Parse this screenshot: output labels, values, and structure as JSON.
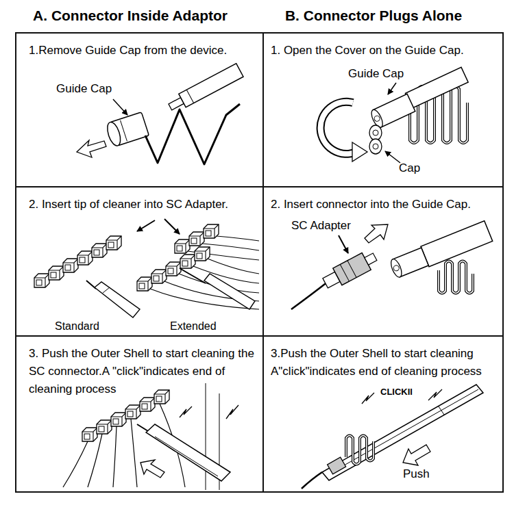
{
  "diagram": {
    "nodes": [
      {
        "text": [
          "1.Remove Guide Cap from the device."
        ]
      },
      {
        "text": [
          "1. Open the Cover on the Guide Cap."
        ]
      },
      {
        "text": [
          "2. Insert tip of cleaner into SC Adapter."
        ]
      },
      {
        "text": [
          "2. Insert connector into the Guide Cap."
        ]
      },
      {
        "text": [
          "3. Push the Outer Shell to start cleaning the SC connector.A \"click\"indicates end of cleaning process"
        ]
      },
      {
        "text": [
          "3.Push the Outer Shell to start cleaning A\"click\"indicates end of cleaning process"
        ]
      }
    ],
    "labels": [
      "A. Connector Inside Adaptor",
      "B. Connector Plugs Alone",
      "Guide Cap",
      "Guide Cap",
      "Cap",
      "Standard",
      "Extended",
      "SC Adapter",
      "CLICKII",
      "Push"
    ]
  }
}
